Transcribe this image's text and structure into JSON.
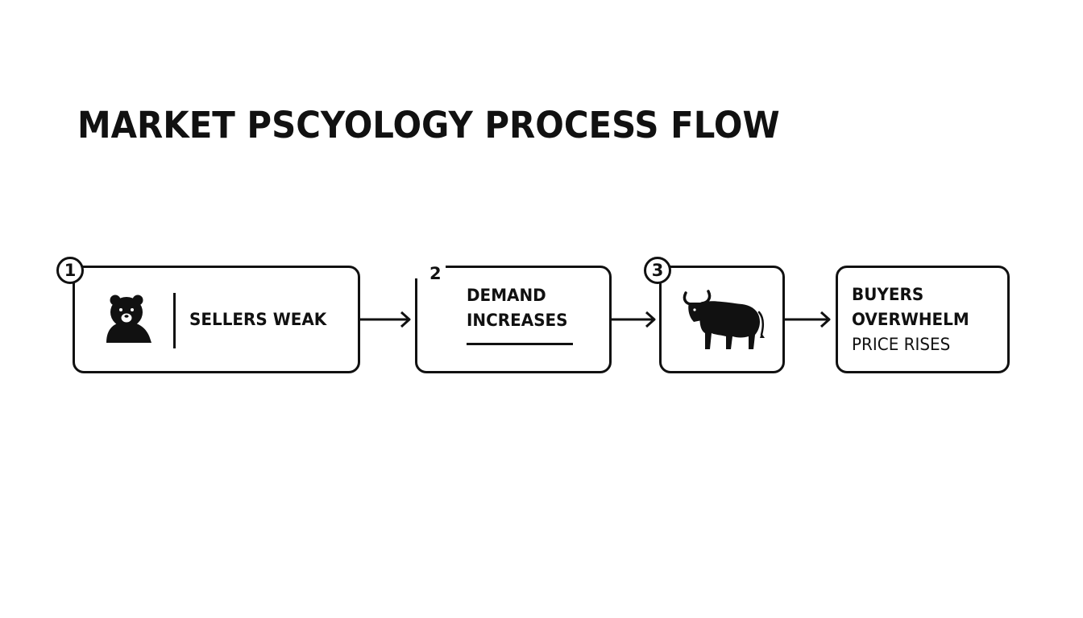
{
  "title": "MARKET PSCYOLOGY PROCESS FLOW",
  "steps": [
    {
      "badge": "1",
      "icon": "bear-icon",
      "label": "SELLERS WEAK"
    },
    {
      "badge": "2",
      "label_line1": "DEMAND",
      "label_line2": "INCREASES"
    },
    {
      "badge": "3",
      "icon": "bull-icon"
    },
    {
      "label_line1": "BUYERS",
      "label_line2": "OVERWHELM",
      "label_line3": "PRICE RISES"
    }
  ],
  "colors": {
    "ink": "#111111",
    "background": "#ffffff"
  }
}
